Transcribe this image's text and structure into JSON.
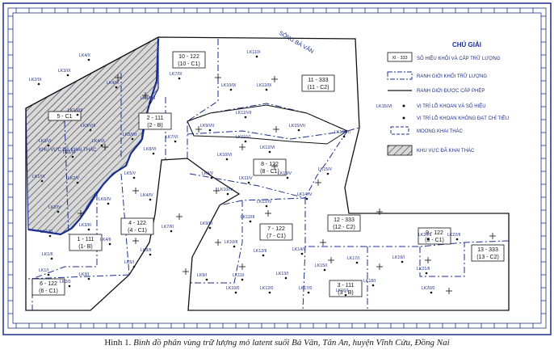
{
  "figure": {
    "caption_label": "Hình 1.",
    "caption_text": "Bình đồ phân vùng trữ lượng mỏ latent suối Bà Văn, Tân An, huyện Vĩnh Cửu, Đồng Nai"
  },
  "river_label": "SÔNG BÀ VĂN",
  "legend": {
    "title": "CHÚ GIẢI",
    "items": [
      {
        "sample": "XI - 333",
        "text": "SỐ HIỆU KHỐI VÀ CẤP TRỮ LƯỢNG"
      },
      {
        "sample": "",
        "text": "RANH GIỚI KHỐI TRỮ LƯỢNG"
      },
      {
        "sample": "",
        "text": "RANH GIỚI ĐƯỢC CẤP PHÉP"
      },
      {
        "sample": "LK15/VI",
        "text": "VỊ TRÍ LỖ KHOAN VÀ SỐ HIỆU"
      },
      {
        "sample": "",
        "text": "VỊ TRÍ LỖ KHOAN KHÔNG ĐẠT CHỈ TIÊU"
      },
      {
        "sample": "",
        "text": "MOONG KHAI THÁC"
      },
      {
        "sample": "",
        "text": "KHU VỰC ĐÃ KHAI THÁC"
      }
    ]
  },
  "mined_area_label": "KHU VỰC ĐÃ KHAI THÁC",
  "blocks": [
    {
      "id": "5 - C1",
      "sub": ""
    },
    {
      "id": "10 - 122",
      "sub": "(10 - C1)"
    },
    {
      "id": "11 - 333",
      "sub": "(11 - C2)"
    },
    {
      "id": "2 - 111",
      "sub": "(2 - B)"
    },
    {
      "id": "8 - 122",
      "sub": "(8 - C1)"
    },
    {
      "id": "4 - 122",
      "sub": "(4 - C1)"
    },
    {
      "id": "1 - 111",
      "sub": "(1- B)"
    },
    {
      "id": "6 - 122",
      "sub": "(6 - C1)"
    },
    {
      "id": "7 - 122",
      "sub": "(7 - C1)"
    },
    {
      "id": "12 - 333",
      "sub": "(12 - C2)"
    },
    {
      "id": "9 - 122",
      "sub": "(9 - C1)"
    },
    {
      "id": "13 - 333",
      "sub": "(13 - C2)"
    },
    {
      "id": "3 - 111",
      "sub": "(3 - B)"
    }
  ],
  "boreholes": [
    "LK4/X",
    "LK11/X",
    "LK3/IX",
    "LK7/IX",
    "LK10/IX",
    "LK12/IX",
    "LK2/IX",
    "LK4/IX",
    "LK8/VIII",
    "LK1/VIII",
    "LK11/VII",
    "LK3/VIII",
    "LK9/VII",
    "LK15/VII",
    "LK16/VII",
    "LK5/VII",
    "LK7/VI",
    "LK11/VI",
    "LK3/VI",
    "LK4/VI",
    "LK8/VI",
    "LK10/VI",
    "LK12/VI",
    "LK2/VI",
    "LK1/VI",
    "LK5/V",
    "LK9/V",
    "LK13/V",
    "LK15/V",
    "LK2/V",
    "LK11/V",
    "LK6/IV",
    "LK4/IV",
    "LK10/IV",
    "LK14/IV",
    "LK2/IV",
    "LK12/IV",
    "LK3/III",
    "LK7/III",
    "LK9/III",
    "LK11/III",
    "LK1/III",
    "LK4/II",
    "LK8/II",
    "LK10/II",
    "LK14/II",
    "LK20/II",
    "LK22/II",
    "LK12/II",
    "LK17/I",
    "LK19/I",
    "LK1/II",
    "LK5/I",
    "LK3/I",
    "LK9/I",
    "LK11/I",
    "LK13/I",
    "LK15/I",
    "LK18/I",
    "LK21/II",
    "LK1/I",
    "LK2/0",
    "LK10/0",
    "LK12/0",
    "LK17/0",
    "LK16/I",
    "LK20/0"
  ]
}
